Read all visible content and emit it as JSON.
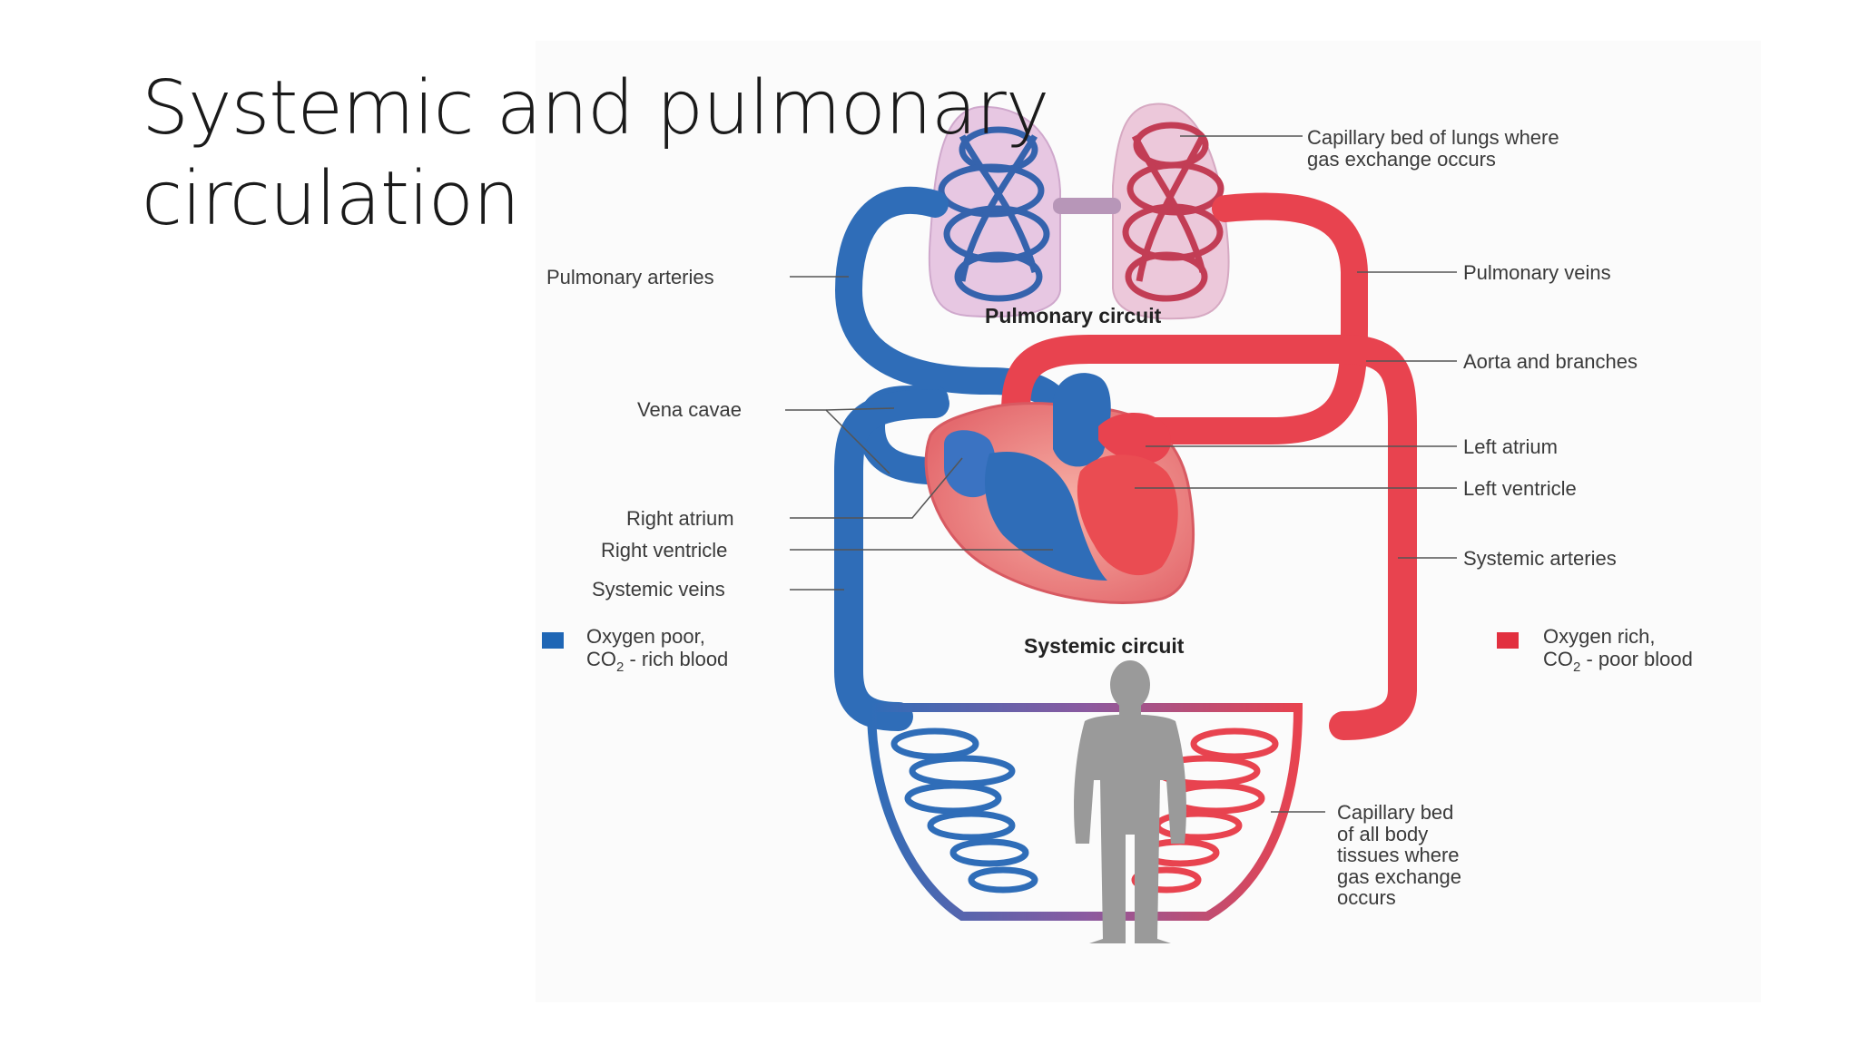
{
  "title": {
    "line1": "Systemic and pulmonary",
    "line2": "circulation"
  },
  "labels": {
    "capillary_lungs_1": "Capillary bed of lungs where",
    "capillary_lungs_2": "gas exchange occurs",
    "pulmonary_arteries": "Pulmonary arteries",
    "pulmonary_veins": "Pulmonary veins",
    "pulmonary_circuit": "Pulmonary circuit",
    "aorta": "Aorta and branches",
    "vena_cavae": "Vena cavae",
    "left_atrium": "Left atrium",
    "left_ventricle": "Left ventricle",
    "right_atrium": "Right atrium",
    "right_ventricle": "Right ventricle",
    "systemic_veins": "Systemic veins",
    "systemic_arteries": "Systemic arteries",
    "systemic_circuit": "Systemic circuit",
    "capillary_body_1": "Capillary bed",
    "capillary_body_2": "of all body",
    "capillary_body_3": "tissues where",
    "capillary_body_4": "gas exchange",
    "capillary_body_5": "occurs"
  },
  "legend": {
    "poor_line1": "Oxygen poor,",
    "poor_line2_a": "CO",
    "poor_line2_sub": "2",
    "poor_line2_b": " - rich blood",
    "rich_line1": "Oxygen rich,",
    "rich_line2_a": "CO",
    "rich_line2_sub": "2",
    "rich_line2_b": " - poor blood"
  },
  "colors": {
    "oxygen_poor": "#2f6db8",
    "oxygen_rich": "#e8434f",
    "lung_tissue": "#e9c4dc",
    "heart_tissue": "#ef8c8c",
    "human_figure": "#9a9a9a"
  },
  "icons": {
    "legend_poor": "blue-square",
    "legend_rich": "red-square",
    "human": "human-silhouette"
  }
}
